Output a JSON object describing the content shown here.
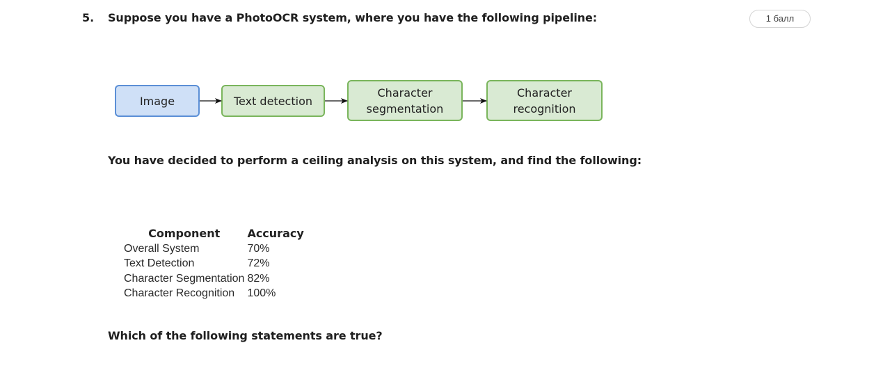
{
  "question": {
    "number": "5.",
    "text": "Suppose you have a PhotoOCR system, where you have the following pipeline:",
    "points": "1 балл"
  },
  "pipeline": {
    "stages": [
      {
        "lines": [
          "Image"
        ],
        "style": "blue"
      },
      {
        "lines": [
          "Text detection"
        ],
        "style": "green"
      },
      {
        "lines": [
          "Character",
          "segmentation"
        ],
        "style": "green"
      },
      {
        "lines": [
          "Character",
          "recognition"
        ],
        "style": "green"
      }
    ],
    "colors": {
      "blue_fill": "#cfe0f7",
      "blue_stroke": "#5b8fd6",
      "green_fill": "#d9ead3",
      "green_stroke": "#7ab55c",
      "arrow": "#111111"
    }
  },
  "ceiling_text": "You have decided to perform a ceiling analysis on this system, and find the following:",
  "table": {
    "headers": [
      "Component",
      "Accuracy"
    ],
    "rows": [
      [
        "Overall System",
        "70%"
      ],
      [
        "Text Detection",
        "72%"
      ],
      [
        "Character Segmentation",
        "82%"
      ],
      [
        "Character Recognition",
        "100%"
      ]
    ]
  },
  "which_text": "Which of the following statements are true?"
}
